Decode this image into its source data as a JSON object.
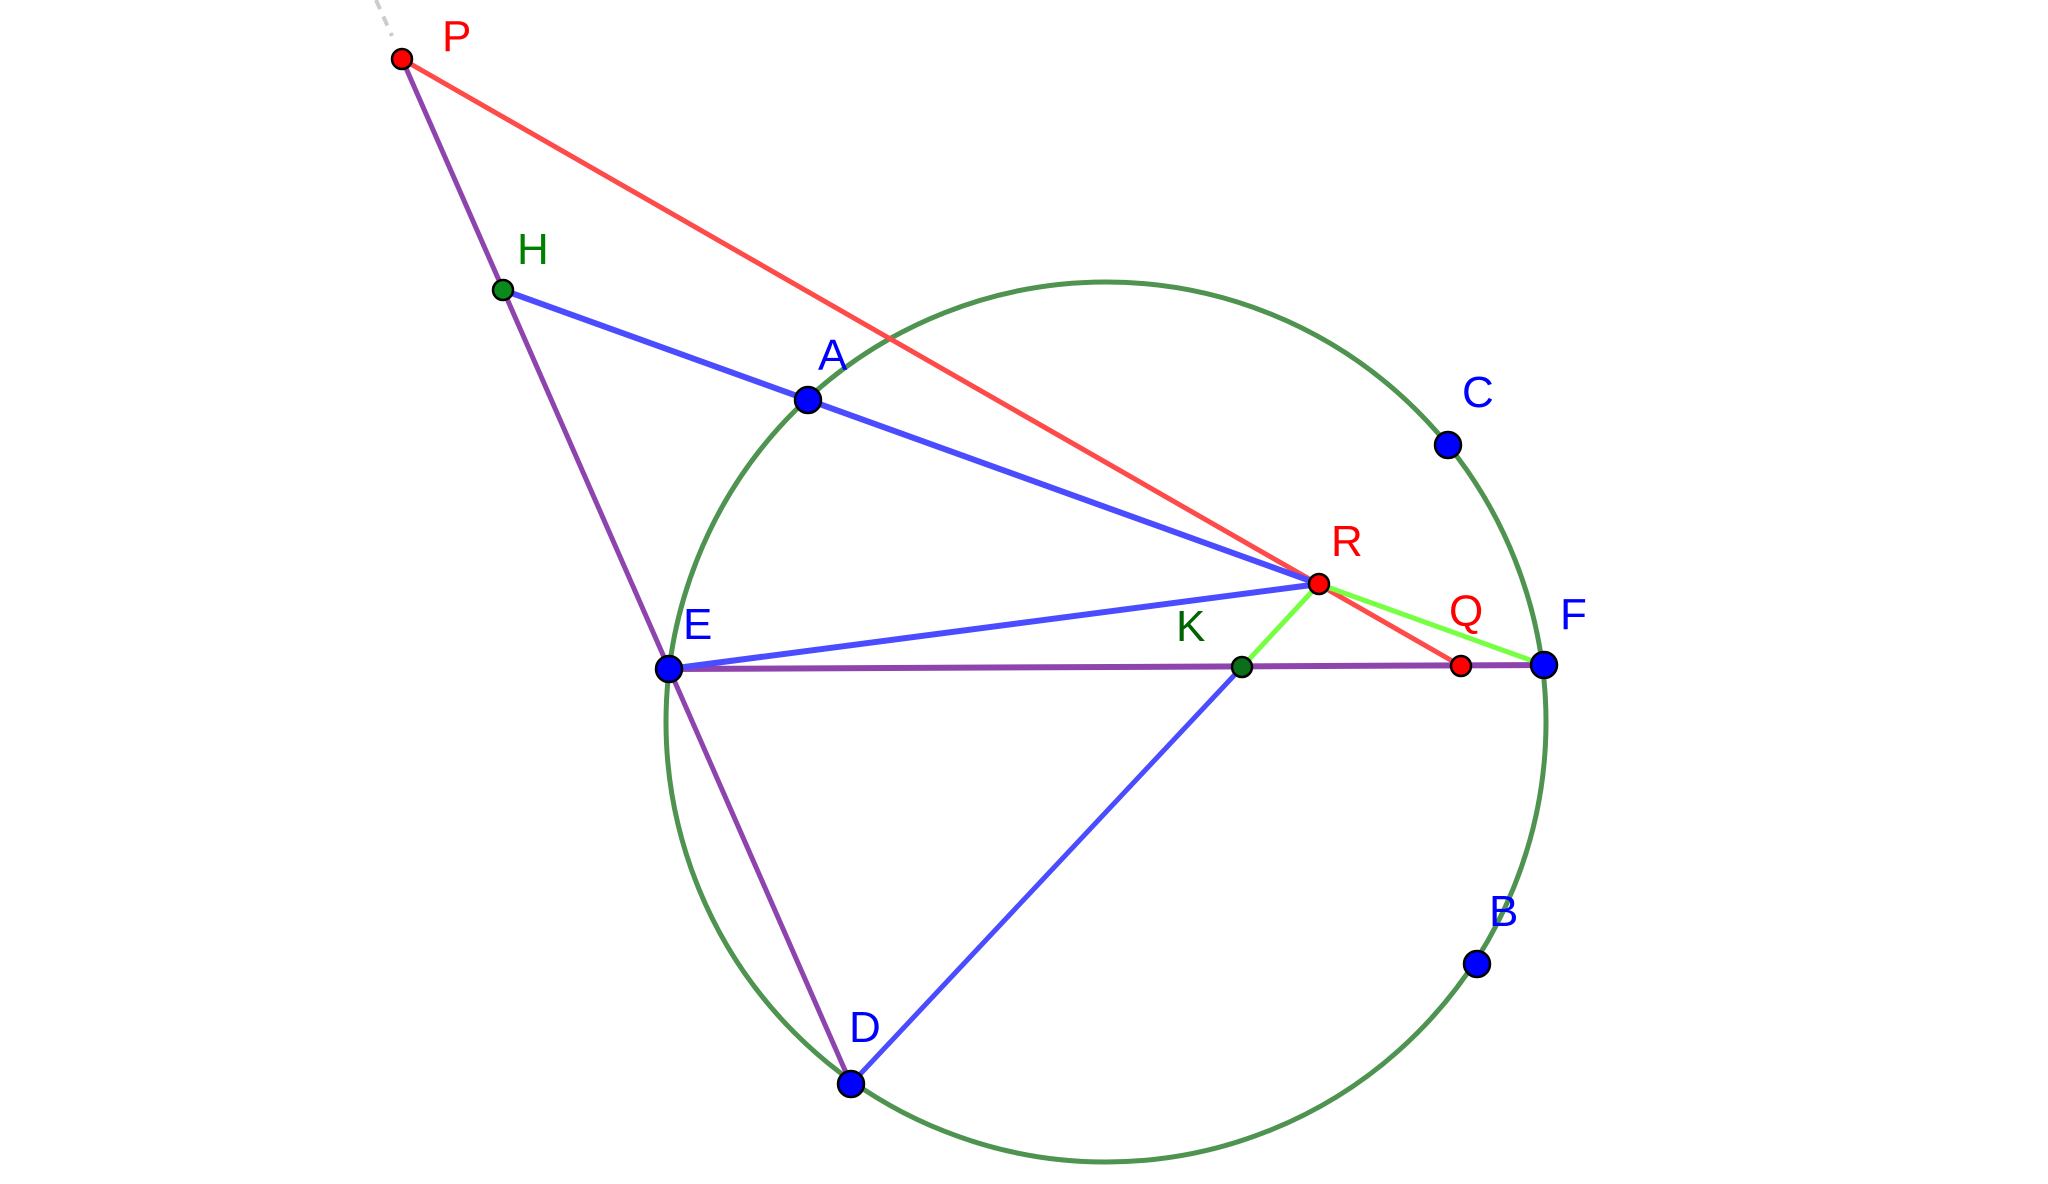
{
  "figure": {
    "points": [
      {
        "label": "P",
        "color": "#ff0000"
      },
      {
        "label": "H",
        "color": "#008000"
      },
      {
        "label": "A",
        "color": "#0000ff"
      },
      {
        "label": "C",
        "color": "#0000ff"
      },
      {
        "label": "R",
        "color": "#ff0000"
      },
      {
        "label": "E",
        "color": "#0000ff"
      },
      {
        "label": "K",
        "color": "#006400"
      },
      {
        "label": "Q",
        "color": "#ff0000"
      },
      {
        "label": "F",
        "color": "#0000ff"
      },
      {
        "label": "B",
        "color": "#0000ff"
      },
      {
        "label": "D",
        "color": "#0000ff"
      }
    ],
    "colors": {
      "circle": "#4e9350",
      "purple": "#8e44ad",
      "red": "#ff4a4a",
      "blue": "#4b4bff",
      "green": "#77ff44"
    }
  }
}
